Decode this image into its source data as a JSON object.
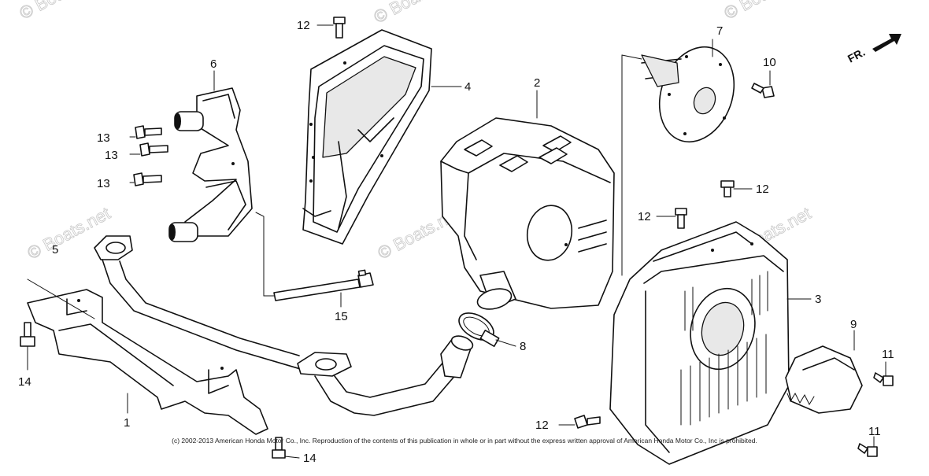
{
  "diagram": {
    "callouts": {
      "c1": "1",
      "c2": "2",
      "c3": "3",
      "c4": "4",
      "c5": "5",
      "c6": "6",
      "c7": "7",
      "c8": "8",
      "c9": "9",
      "c10": "10",
      "c11a": "11",
      "c11b": "11",
      "c12a": "12",
      "c12b": "12",
      "c12c": "12",
      "c12d": "12",
      "c13a": "13",
      "c13b": "13",
      "c13c": "13",
      "c14a": "14",
      "c14b": "14",
      "c15": "15"
    },
    "front_indicator": "FR.",
    "watermarks": {
      "w1": "© Boats.net",
      "w2": "© Boats.net",
      "w3": "© Boats.net",
      "w4": "© Boats.net",
      "w5": "© Boats.net",
      "w6": "© Boats.net"
    },
    "copyright": "(c) 2002-2013 American Honda Motor Co., Inc. Reproduction of the contents of this publication in whole or in part without the express written approval of American Honda Motor Co., Inc is prohibited."
  }
}
